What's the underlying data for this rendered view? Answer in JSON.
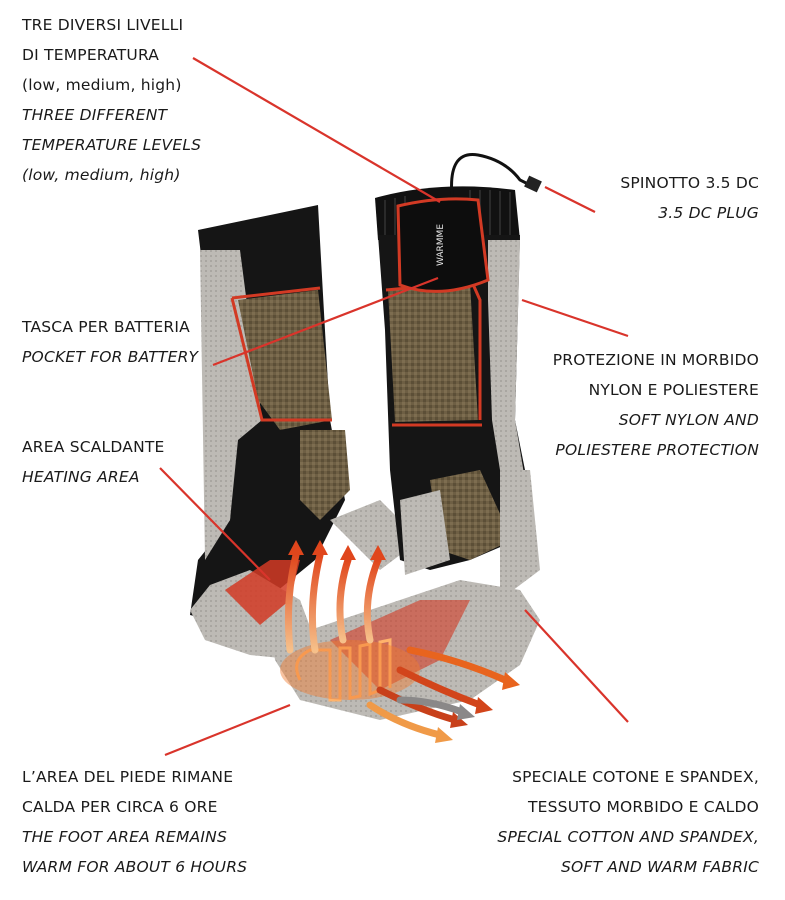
{
  "labels": {
    "temperature": {
      "it_line1": "TRE DIVERSI LIVELLI",
      "it_line2": "DI TEMPERATURA",
      "it_line3": "(low, medium, high)",
      "en_line1": "THREE DIFFERENT",
      "en_line2": "TEMPERATURE LEVELS",
      "en_line3": "(low, medium, high)"
    },
    "plug": {
      "it": "SPINOTTO 3.5 DC",
      "en": "3.5 DC PLUG"
    },
    "battery_pocket": {
      "it": "TASCA PER BATTERIA",
      "en": "POCKET FOR BATTERY"
    },
    "protection": {
      "it_line1": "PROTEZIONE IN MORBIDO",
      "it_line2": "NYLON E POLIESTERE",
      "en_line1": "SOFT NYLON AND",
      "en_line2": "POLIESTERE PROTECTION"
    },
    "heating_area": {
      "it": "AREA SCALDANTE",
      "en": "HEATING AREA"
    },
    "foot_warm": {
      "it_line1": "L’AREA DEL PIEDE RIMANE",
      "it_line2": "CALDA PER CIRCA 6 ORE",
      "en_line1": "THE FOOT AREA REMAINS",
      "en_line2": "WARM FOR ABOUT 6 HOURS"
    },
    "fabric": {
      "it_line1": "SPECIALE COTONE E SPANDEX,",
      "it_line2": "TESSUTO MORBIDO E CALDO",
      "en_line1": "SPECIAL COTTON AND SPANDEX,",
      "en_line2": "SOFT AND WARM FABRIC"
    }
  },
  "brand_text": "WARMME",
  "colors": {
    "leader": "#d9342b",
    "sock_black": "#141414",
    "sock_gray": "#b9b6b1",
    "sock_olive": "#6e5f44",
    "sock_red": "#d23a24",
    "heat": "#e8641e"
  }
}
